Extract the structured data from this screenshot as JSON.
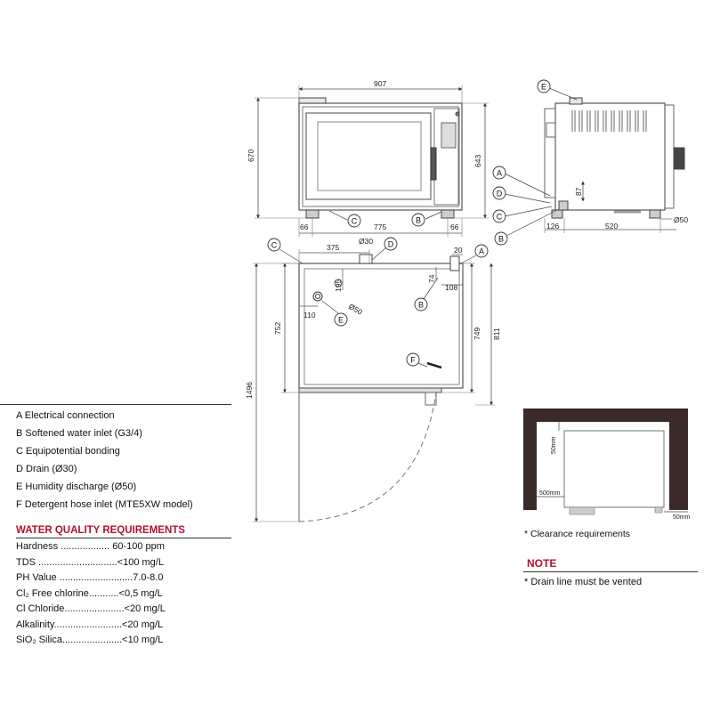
{
  "front_view": {
    "dims": {
      "width": "907",
      "height": "670",
      "inner_height": "643",
      "left_foot": "66",
      "center": "775",
      "right_foot": "66"
    },
    "callouts": {
      "c": "C",
      "b": "B"
    }
  },
  "side_view": {
    "dims": {
      "drain_height": "87",
      "depth_a": "126",
      "depth_b": "520",
      "vent_dia": "Ø50"
    },
    "callouts": {
      "e": "E",
      "a": "A",
      "d": "D",
      "c": "C",
      "b": "B"
    }
  },
  "top_view": {
    "dims": {
      "d375": "375",
      "d30": "Ø30",
      "d20": "20",
      "d195": "195",
      "d74": "74",
      "d108": "108",
      "d50": "Ø50",
      "d110": "110",
      "d752": "752",
      "d749": "749",
      "d811": "811",
      "d1496": "1496"
    },
    "callouts": {
      "c": "C",
      "d": "D",
      "a": "A",
      "b": "B",
      "e": "E",
      "f": "F"
    }
  },
  "legend": {
    "items": [
      "A Electrical connection",
      "B Softened water inlet (G3/4)",
      "C Equipotential bonding",
      "D Drain (Ø30)",
      "E Humidity discharge (Ø50)",
      "F Detergent hose inlet (MTE5XW model)"
    ]
  },
  "water_quality": {
    "title": "WATER QUALITY REQUIREMENTS",
    "rows": [
      "Hardness .................. 60-100 ppm",
      "TDS .............................<100 mg/L",
      "PH Value ...........................7.0-8.0",
      "Cl₂ Free chlorine...........<0,5 mg/L",
      "Cl Chloride......................<20 mg/L",
      "Alkalinity.........................<20 mg/L",
      "SiO₂ Silica......................<10 mg/L"
    ]
  },
  "clearance": {
    "d50_top": "50mm",
    "d500": "500mm",
    "d50_side": "50mm",
    "caption": "* Clearance requirements"
  },
  "note": {
    "title": "NOTE",
    "text": "* Drain line must be vented"
  }
}
